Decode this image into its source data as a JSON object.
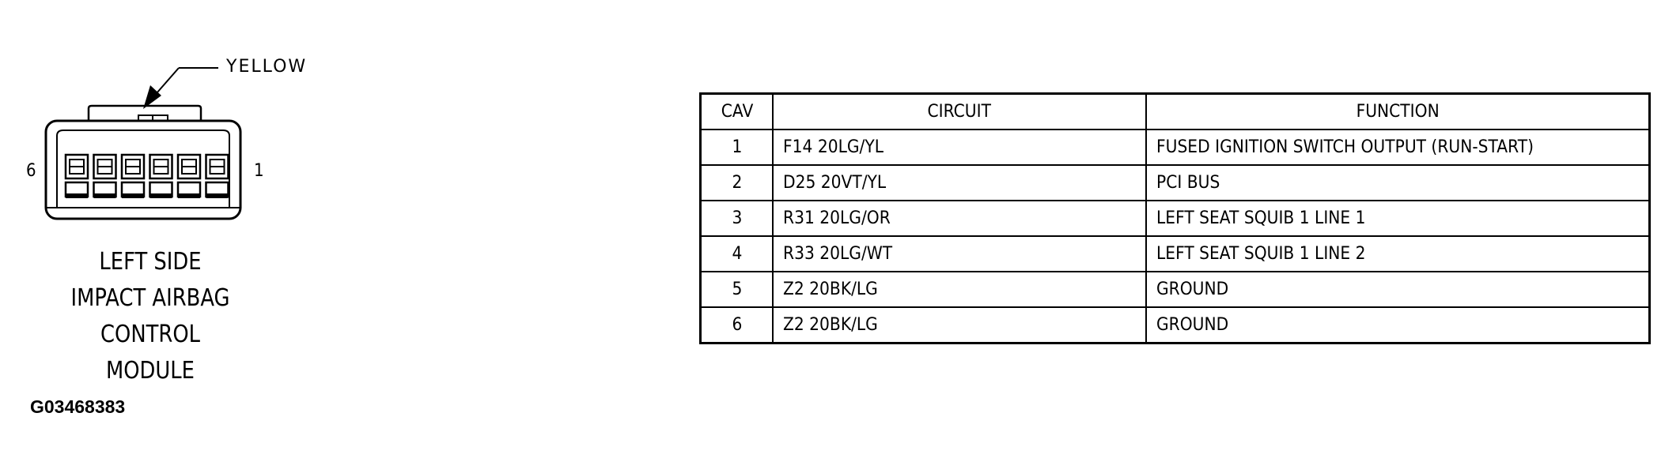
{
  "connector": {
    "color_label": "YELLOW",
    "pin_left_label": "6",
    "pin_right_label": "1",
    "pin_count": 6,
    "module_name_lines": [
      "LEFT SIDE",
      "IMPACT AIRBAG",
      "CONTROL",
      "MODULE"
    ]
  },
  "figure_id": "G03468383",
  "table": {
    "headers": [
      "CAV",
      "CIRCUIT",
      "FUNCTION"
    ],
    "rows": [
      {
        "cav": "1",
        "circuit": "F14 20LG/YL",
        "function": "FUSED IGNITION SWITCH OUTPUT (RUN-START)"
      },
      {
        "cav": "2",
        "circuit": "D25 20VT/YL",
        "function": "PCI BUS"
      },
      {
        "cav": "3",
        "circuit": "R31 20LG/OR",
        "function": "LEFT SEAT SQUIB 1 LINE 1"
      },
      {
        "cav": "4",
        "circuit": "R33 20LG/WT",
        "function": "LEFT SEAT SQUIB 1 LINE 2"
      },
      {
        "cav": "5",
        "circuit": "Z2 20BK/LG",
        "function": "GROUND"
      },
      {
        "cav": "6",
        "circuit": "Z2 20BK/LG",
        "function": "GROUND"
      }
    ]
  }
}
